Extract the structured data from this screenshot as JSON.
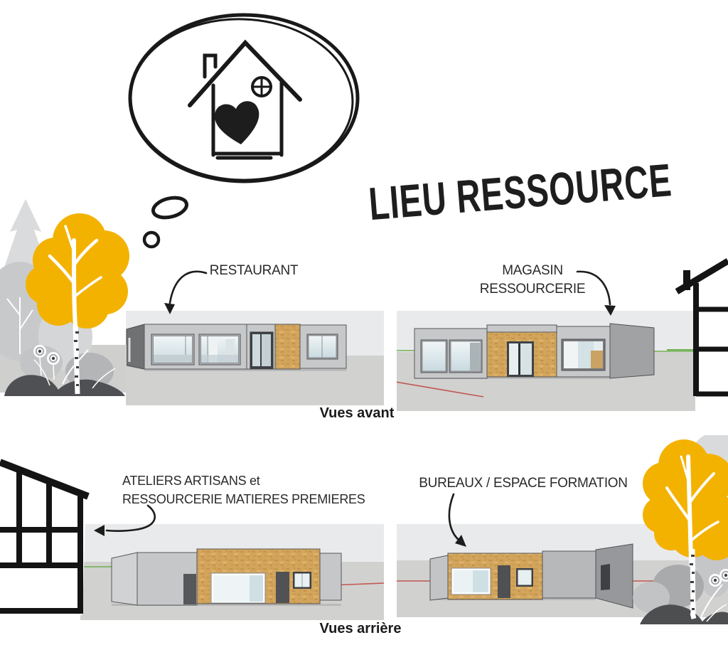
{
  "title": "LIEU RESSOURCE",
  "captions": {
    "front": "Vues avant",
    "rear": "Vues arrière"
  },
  "labels": {
    "restaurant": {
      "line1": "RESTAURANT"
    },
    "magasin": {
      "line1": "MAGASIN",
      "line2": "RESSOURCERIE"
    },
    "ateliers": {
      "line1": "ATELIERS ARTISANS et",
      "line2": "RESSOURCERIE MATIERES PREMIERES"
    },
    "bureaux": {
      "line1": "BUREAUX / ESPACE FORMATION"
    }
  },
  "colors": {
    "accent_yellow": "#F3B200",
    "wood_cladding": "#D2A45C",
    "sky_band": "#E9EAEB",
    "ground_band": "#D1D1D0",
    "ink": "#1C1C1C",
    "axis_green": "#6FAF4F",
    "axis_red": "#C2574F"
  },
  "icons": {
    "thought_bubble": "hand-drawn thought bubble containing a house with a heart",
    "arrows": "hand-drawn curved annotation arrows",
    "trees": "stylized birch trees with yellow foliage"
  }
}
